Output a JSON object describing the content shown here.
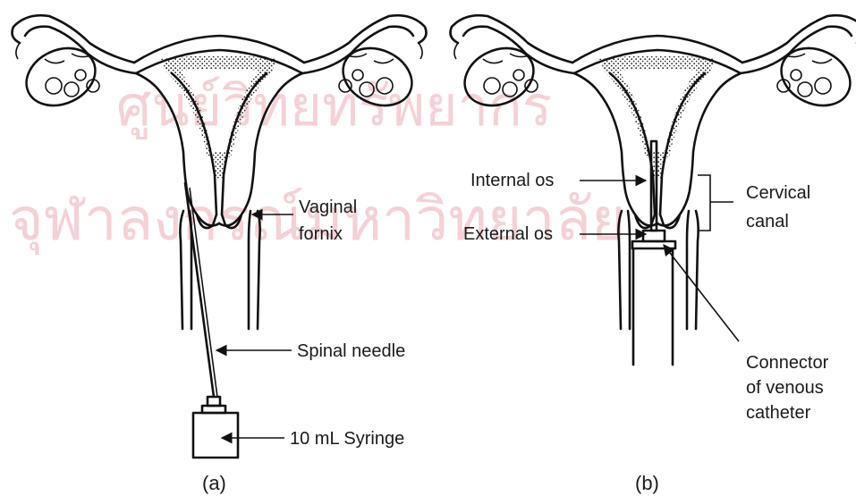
{
  "watermark": {
    "line1": "ศูนย์วิทยทรัพยากร",
    "line2": "จุฬาลงกรณ์มหาวิทยาลัย"
  },
  "panel_a": {
    "caption": "(a)",
    "labels": {
      "vaginal_fornix_1": "Vaginal",
      "vaginal_fornix_2": "fornix",
      "spinal_needle": "Spinal needle",
      "syringe": "10 mL Syringe"
    }
  },
  "panel_b": {
    "caption": "(b)",
    "labels": {
      "internal_os": "Internal os",
      "external_os": "External os",
      "cervical_canal_1": "Cervical",
      "cervical_canal_2": "canal",
      "connector_1": "Connector",
      "connector_2": "of venous",
      "connector_3": "catheter"
    }
  },
  "colors": {
    "ink": "#111111",
    "watermark": "#f4c8cd",
    "background": "#ffffff"
  }
}
